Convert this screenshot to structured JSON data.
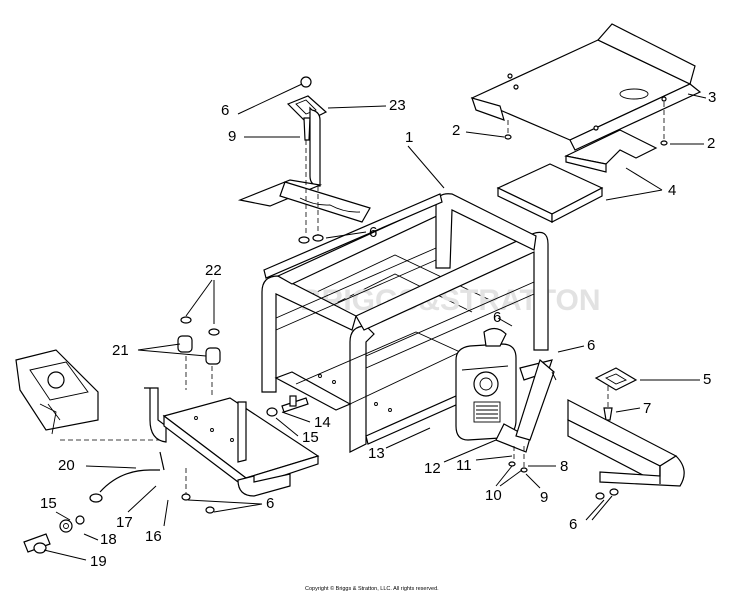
{
  "callouts": [
    "6",
    "23",
    "9",
    "1",
    "2",
    "3",
    "2",
    "4",
    "6",
    "22",
    "21",
    "6",
    "6",
    "5",
    "7",
    "14",
    "15",
    "13",
    "12",
    "11",
    "8",
    "10",
    "9",
    "20",
    "17",
    "16",
    "6",
    "15",
    "18",
    "19",
    "6"
  ],
  "watermark": "BRIGGS&STRATTON",
  "copyright": "Copyright © Briggs & Stratton, LLC. All rights reserved."
}
